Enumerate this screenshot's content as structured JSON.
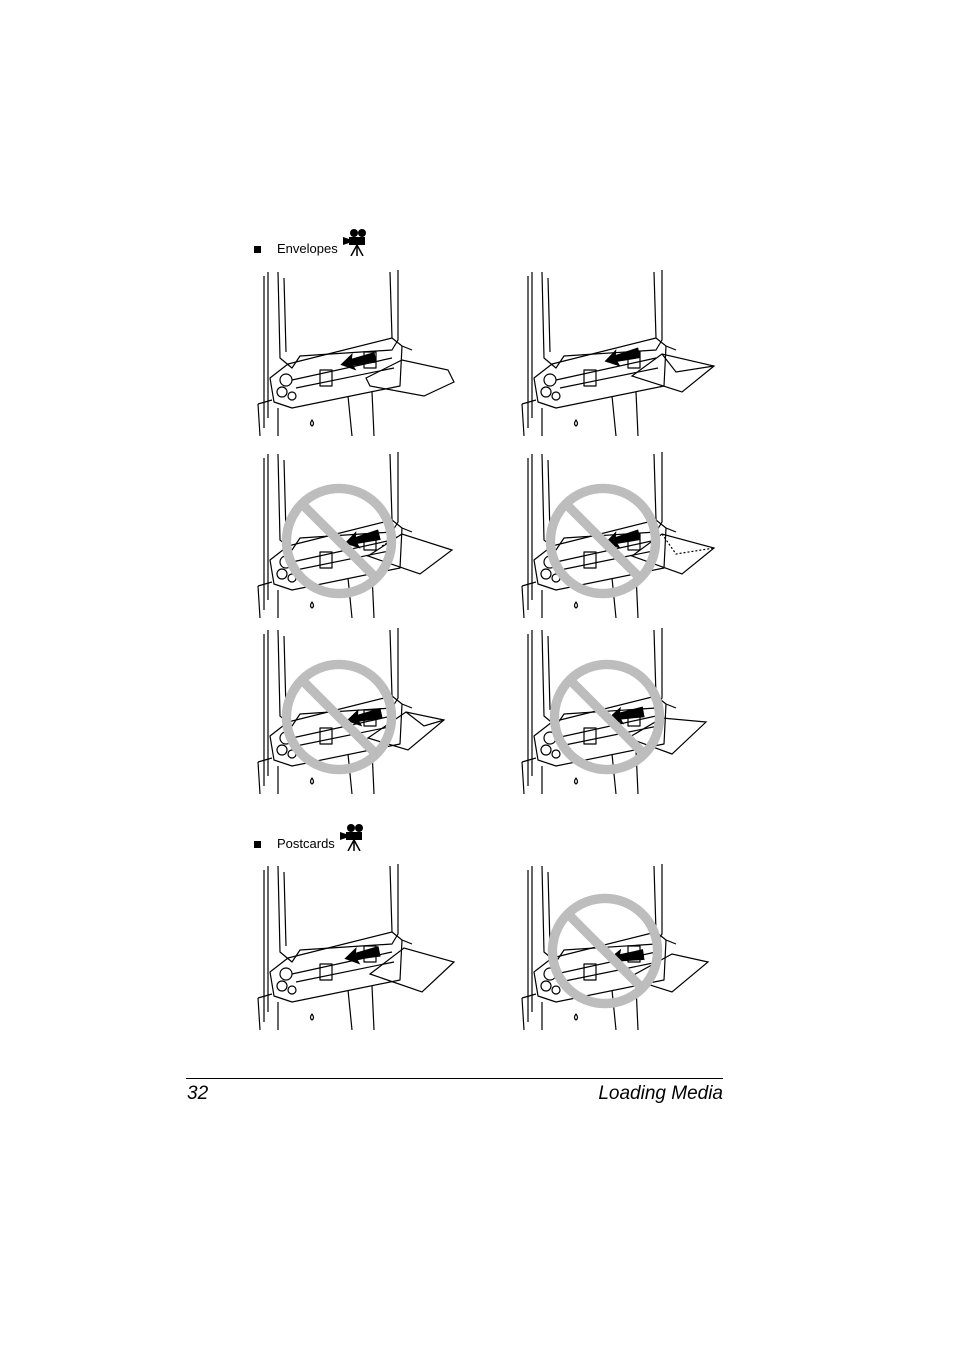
{
  "sections": [
    {
      "label": "Envelopes",
      "icon": "video-camera-icon"
    },
    {
      "label": "Postcards",
      "icon": "video-camera-icon"
    }
  ],
  "figures": [
    {
      "media": "envelope-flap-side",
      "prohibited": false
    },
    {
      "media": "envelope-flap-back",
      "prohibited": false
    },
    {
      "media": "envelope-open-flap-side",
      "prohibited": true
    },
    {
      "media": "envelope-open-flap-back",
      "prohibited": true
    },
    {
      "media": "envelope-flap-front",
      "prohibited": true
    },
    {
      "media": "envelope-flap-front-rotated",
      "prohibited": true
    },
    {
      "media": "postcard",
      "prohibited": false
    },
    {
      "media": "postcard-skewed",
      "prohibited": true
    }
  ],
  "footer": {
    "page_number": "32",
    "title": "Loading Media"
  },
  "colors": {
    "prohibit": "#bdbdbd",
    "ink": "#000000"
  }
}
